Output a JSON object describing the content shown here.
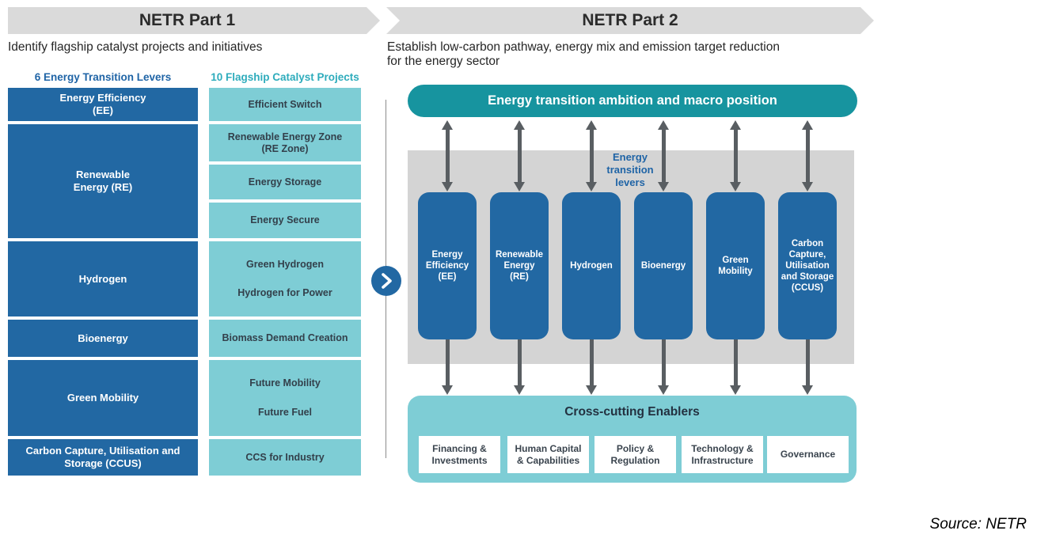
{
  "part1": {
    "banner": "NETR Part 1",
    "subtitle": "Identify flagship catalyst projects and initiatives",
    "levers_heading": "6 Energy Transition Levers",
    "projects_heading": "10 Flagship Catalyst Projects",
    "levers": [
      {
        "label": "Energy Efficiency\n(EE)"
      },
      {
        "label": "Renewable\nEnergy (RE)"
      },
      {
        "label": "Hydrogen"
      },
      {
        "label": "Bioenergy"
      },
      {
        "label": "Green Mobility"
      },
      {
        "label": "Carbon Capture, Utilisation and\nStorage (CCUS)"
      }
    ],
    "projects": [
      {
        "label": "Efficient Switch"
      },
      {
        "label": "Renewable Energy Zone\n(RE Zone)"
      },
      {
        "label": "Energy Storage"
      },
      {
        "label": "Energy Secure"
      },
      {
        "labels": [
          "Green Hydrogen",
          "Hydrogen for Power"
        ]
      },
      {
        "label": "Biomass Demand Creation"
      },
      {
        "labels": [
          "Future Mobility",
          "Future Fuel"
        ]
      },
      {
        "label": "CCS for Industry"
      }
    ]
  },
  "part2": {
    "banner": "NETR Part 2",
    "subtitle": "Establish low-carbon pathway, energy mix and emission target reduction\nfor the energy sector",
    "ambition_pill": "Energy transition ambition and macro position",
    "levers_label": "Energy\ntransition\nlevers",
    "levers": [
      {
        "label": "Energy\nEfficiency\n(EE)"
      },
      {
        "label": "Renewable\nEnergy\n(RE)"
      },
      {
        "label": "Hydrogen"
      },
      {
        "label": "Bioenergy"
      },
      {
        "label": "Green\nMobility"
      },
      {
        "label": "Carbon\nCapture,\nUtilisation\nand Storage\n(CCUS)"
      }
    ],
    "enablers_title": "Cross-cutting Enablers",
    "enablers": [
      {
        "label": "Financing &\nInvestments"
      },
      {
        "label": "Human Capital\n& Capabilities"
      },
      {
        "label": "Policy &\nRegulation"
      },
      {
        "label": "Technology &\nInfrastructure"
      },
      {
        "label": "Governance"
      }
    ]
  },
  "source_note": "Source: NETR",
  "colors": {
    "banner_gray": "#dadada",
    "panel_gray": "#d4d4d4",
    "lever_blue": "#2268a3",
    "project_teal": "#7ecdd5",
    "pill_teal": "#17949f",
    "heading_blue": "#1f64a6",
    "heading_teal": "#2eacbc",
    "arrow_gray": "#595e62"
  }
}
